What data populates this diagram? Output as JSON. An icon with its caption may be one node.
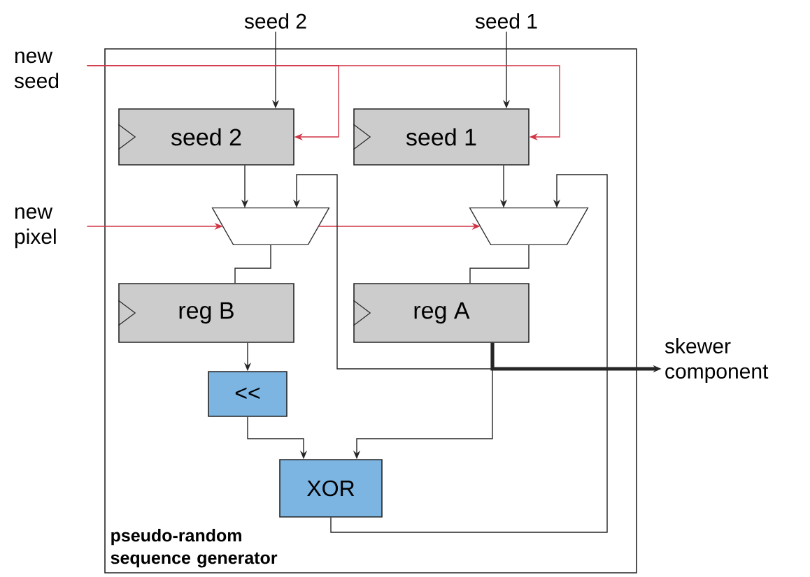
{
  "diagram": {
    "nodes": [
      {
        "text": [
          "pseudo-random sequence generator"
        ]
      },
      {
        "text": [
          "seed 2"
        ]
      },
      {
        "text": [
          "seed 1"
        ]
      },
      {
        "text": [
          "new seed"
        ]
      },
      {
        "text": [
          "new pixel"
        ]
      },
      {
        "text": [
          "seed 2"
        ],
        "in": 0
      },
      {
        "text": [
          "seed 1"
        ],
        "in": 0
      },
      {
        "text": [],
        "shape": "trapezoid",
        "in": 0
      },
      {
        "text": [],
        "shape": "trapezoid",
        "in": 0
      },
      {
        "text": [
          "reg B"
        ],
        "in": 0
      },
      {
        "text": [
          "reg A"
        ],
        "in": 0
      },
      {
        "text": [
          "<<"
        ],
        "in": 0
      },
      {
        "text": [
          "XOR"
        ],
        "in": 0
      },
      {
        "text": [
          "skewer component"
        ]
      }
    ],
    "edges": [
      {
        "from": 1,
        "to": 5,
        "arrow": "to"
      },
      {
        "from": 2,
        "to": 6,
        "arrow": "to"
      },
      {
        "from": 3,
        "to": 5,
        "arrow": "to",
        "color": "#d03344"
      },
      {
        "from": 3,
        "to": 6,
        "arrow": "to",
        "color": "#d03344"
      },
      {
        "from": 5,
        "to": 7,
        "arrow": "to"
      },
      {
        "from": 6,
        "to": 8,
        "arrow": "to"
      },
      {
        "from": 4,
        "to": 7,
        "arrow": "to",
        "color": "#d03344"
      },
      {
        "from": 7,
        "to": 8,
        "arrow": "to",
        "color": "#d03344"
      },
      {
        "from": 7,
        "to": 9,
        "arrow": "none"
      },
      {
        "from": 8,
        "to": 10,
        "arrow": "none"
      },
      {
        "from": 9,
        "to": 11,
        "arrow": "to"
      },
      {
        "from": 11,
        "to": 12,
        "arrow": "to"
      },
      {
        "from": 10,
        "to": 12,
        "arrow": "to"
      },
      {
        "from": 10,
        "to": 13,
        "arrow": "to",
        "style": "thick"
      },
      {
        "from": 10,
        "to": 7,
        "arrow": "to"
      },
      {
        "from": 12,
        "to": 8,
        "arrow": "to"
      }
    ]
  }
}
